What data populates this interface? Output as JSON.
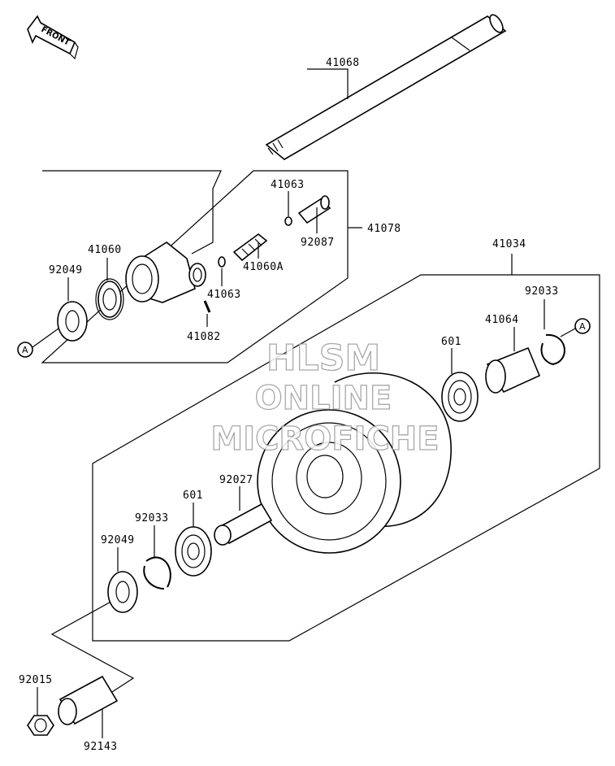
{
  "front_label": "FRONT",
  "ref_marker": "A",
  "watermark": [
    "HLSM",
    "ONLINE",
    "MICROFICHE"
  ],
  "parts": [
    {
      "id": "41068",
      "text": "41068"
    },
    {
      "id": "41063_top",
      "text": "41063"
    },
    {
      "id": "41078",
      "text": "41078"
    },
    {
      "id": "92087",
      "text": "92087"
    },
    {
      "id": "41060",
      "text": "41060"
    },
    {
      "id": "92049_top",
      "text": "92049"
    },
    {
      "id": "41060A",
      "text": "41060A"
    },
    {
      "id": "41063_mid",
      "text": "41063"
    },
    {
      "id": "41082",
      "text": "41082"
    },
    {
      "id": "41034",
      "text": "41034"
    },
    {
      "id": "92033_top",
      "text": "92033"
    },
    {
      "id": "41064",
      "text": "41064"
    },
    {
      "id": "601_top",
      "text": "601"
    },
    {
      "id": "92027",
      "text": "92027"
    },
    {
      "id": "601_bot",
      "text": "601"
    },
    {
      "id": "92033_bot",
      "text": "92033"
    },
    {
      "id": "92049_bot",
      "text": "92049"
    },
    {
      "id": "92015",
      "text": "92015"
    },
    {
      "id": "92143",
      "text": "92143"
    }
  ]
}
